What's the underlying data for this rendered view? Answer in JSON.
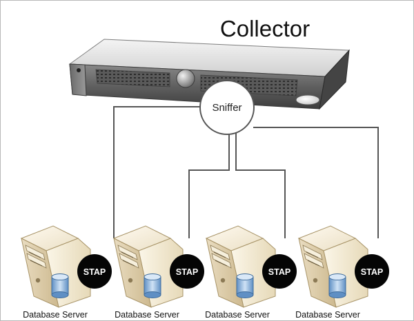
{
  "diagram": {
    "title": "Collector",
    "hub_label": "Sniffer",
    "servers": [
      {
        "label": "Database Server",
        "agent": "STAP"
      },
      {
        "label": "Database Server",
        "agent": "STAP"
      },
      {
        "label": "Database Server",
        "agent": "STAP"
      },
      {
        "label": "Database Server",
        "agent": "STAP"
      }
    ]
  }
}
